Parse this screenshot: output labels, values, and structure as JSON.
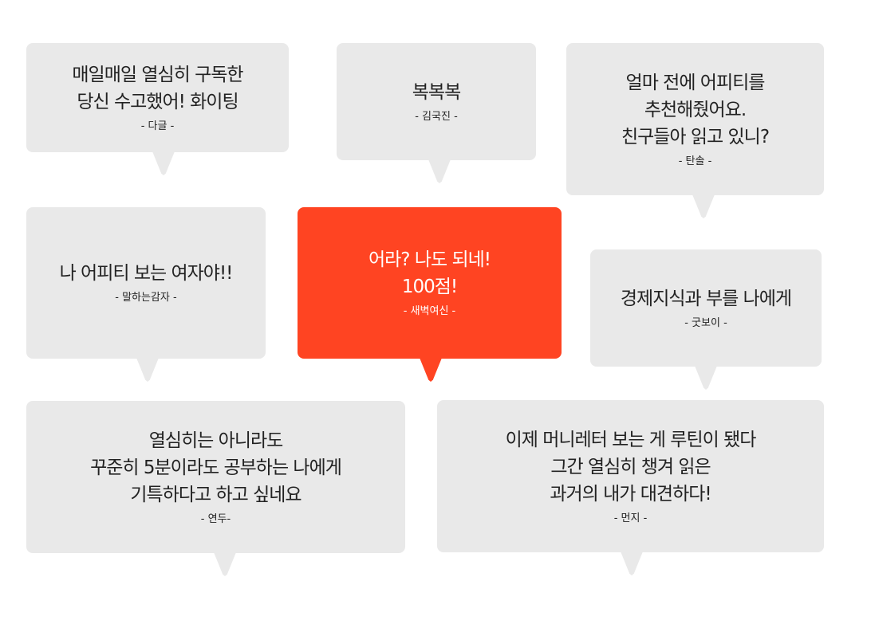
{
  "accent_color": "#ff4422",
  "bubble_color": "#e9e9e9",
  "bubbles": [
    {
      "lines": [
        "매일매일 열심히 구독한",
        "당신 수고했어! 화이팅"
      ],
      "author": "-  다글 -"
    },
    {
      "lines": [
        "복복복"
      ],
      "author": "-   김국진 -"
    },
    {
      "lines": [
        "얼마 전에 어피티를",
        "추천해줬어요.",
        "친구들아 읽고 있니?"
      ],
      "author": "- 탄솔 -"
    },
    {
      "lines": [
        "나 어피티 보는 여자야!!"
      ],
      "author": "- 말하는감자 -"
    },
    {
      "lines": [
        "어라? 나도 되네!",
        "100점!"
      ],
      "author": "-  새벽여신  -"
    },
    {
      "lines": [
        "경제지식과 부를 나에게"
      ],
      "author": "- 굿보이 -"
    },
    {
      "lines": [
        "열심히는 아니라도",
        "꾸준히 5분이라도 공부하는 나에게",
        "기특하다고 하고 싶네요"
      ],
      "author": "- 연두-"
    },
    {
      "lines": [
        "이제 머니레터 보는 게 루틴이 됐다",
        "그간 열심히 챙겨 읽은",
        "과거의 내가 대견하다!"
      ],
      "author": "- 먼지 -"
    }
  ]
}
